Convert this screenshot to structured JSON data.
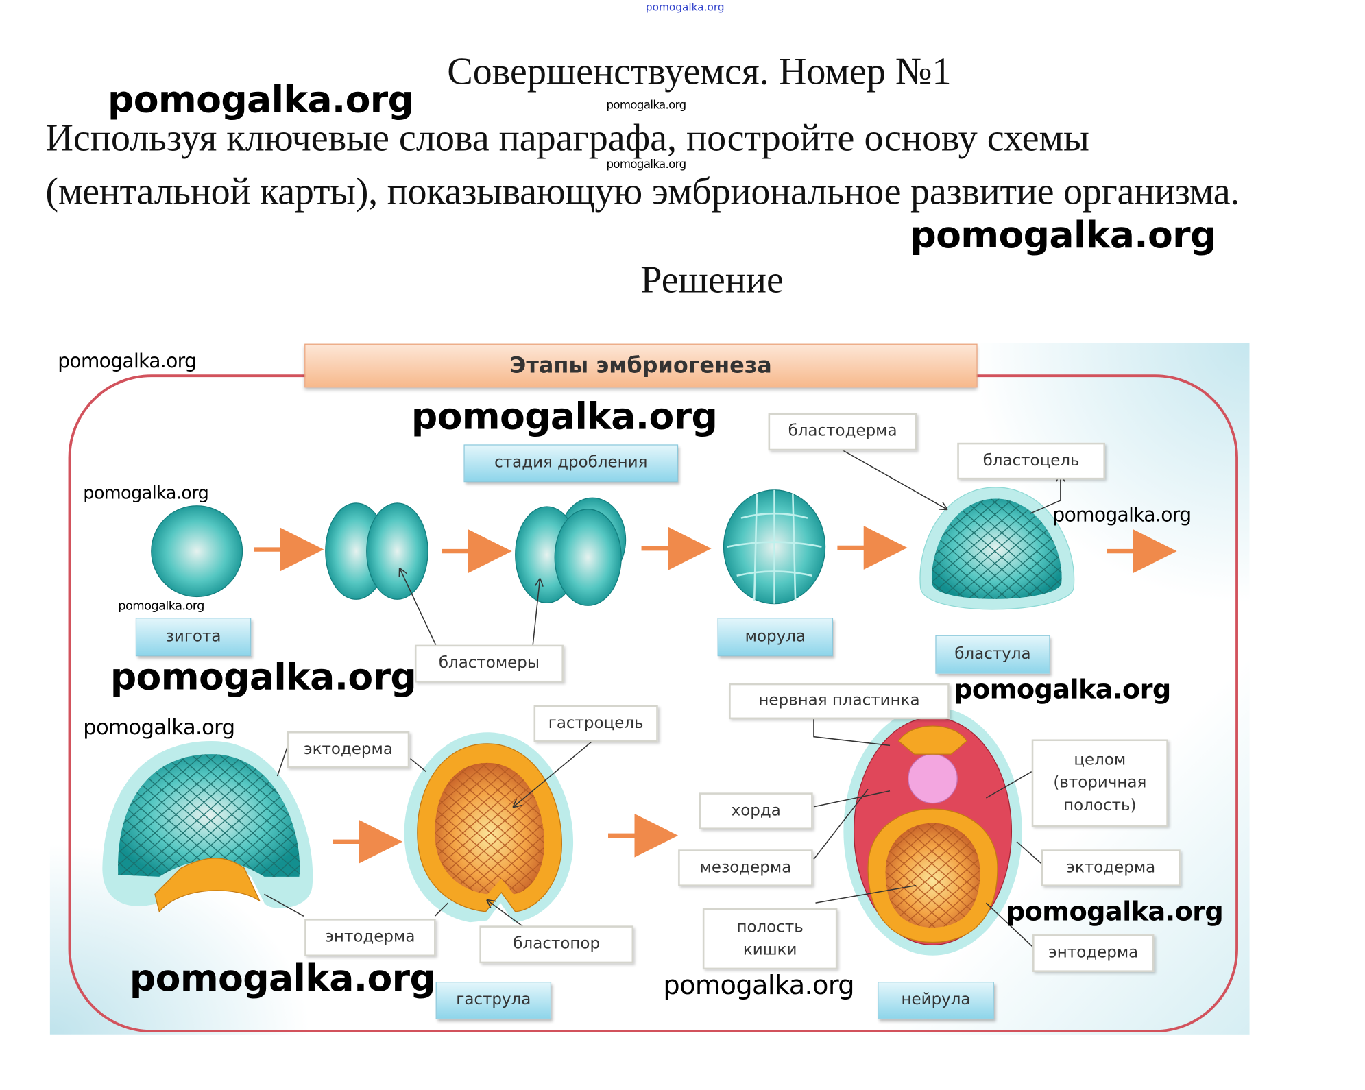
{
  "page": {
    "top_watermark": "pomogalka.org",
    "title": "Совершенствуемся. Номер №1",
    "task_line1": "Используя ключевые слова параграфа, постройте основу схемы",
    "task_line2": "(ментальной карты), показывающую эмбриональное развитие организма.",
    "solution_heading": "Решение"
  },
  "watermarks": [
    "pomogalka.org",
    "pomogalka.org",
    "pomogalka.org",
    "pomogalka.org",
    "pomogalka.org",
    "pomogalka.org",
    "pomogalka.org",
    "pomogalka.org",
    "pomogalka.org",
    "pomogalka.org",
    "pomogalka.org",
    "pomogalka.org",
    "pomogalka.org",
    "pomogalka.org",
    "pomogalka.org"
  ],
  "diagram": {
    "title": "Этапы эмбриогенеза",
    "stages": {
      "cleavage": "стадия дробления",
      "zygote": "зигота",
      "morula": "морула",
      "blastula": "бластула",
      "gastrula": "гаструла",
      "neurula": "нейрула"
    },
    "labels": {
      "blastoderm": "бластодерма",
      "blastocoel": "бластоцель",
      "blastomeres": "бластомеры",
      "neural_plate": "нервная пластинка",
      "gastrocoel": "гастроцель",
      "ectoderm_1": "эктодерма",
      "chorda": "хорда",
      "mesoderm": "мезодерма",
      "coelom_1": "целом",
      "coelom_2": "(вторичная",
      "coelom_3": "полость)",
      "ectoderm_2": "эктодерма",
      "endoderm_1": "энтодерма",
      "blastopore": "бластопор",
      "gut_1": "полость",
      "gut_2": "кишки",
      "endoderm_2": "энтодерма"
    },
    "colors": {
      "teal": "#2bb3b1",
      "orange": "#f5a623",
      "red": "#e0475a",
      "pink": "#f3a6e0",
      "arrow": "#f08a4b",
      "frame": "#d2525c"
    }
  }
}
